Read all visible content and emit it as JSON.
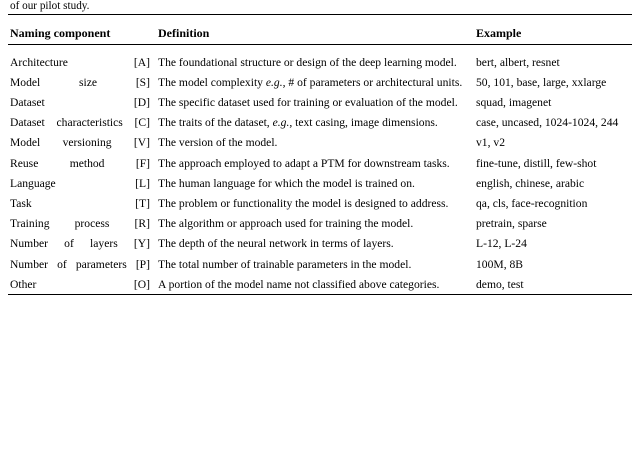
{
  "caption_tail": "of our pilot study.",
  "table": {
    "headers": {
      "component": "Naming component",
      "definition": "Definition",
      "example": "Example"
    },
    "rows": [
      {
        "component": "Architecture [A]",
        "definition": "The foundational structure or design of the deep learning model.",
        "example": "bert, albert, resnet",
        "justify_example": false
      },
      {
        "component": "Model size [S]",
        "definition_pre": "The model complexity ",
        "definition_italic": "e.g.,",
        "definition_post": " # of parameters or architectural units.",
        "definition": "The model complexity e.g., # of parameters or architectural units.",
        "example": "50,    101,    base,    large, xxlarge",
        "justify_example": true
      },
      {
        "component": "Dataset [D]",
        "definition": "The specific dataset used for training or evaluation of the model.",
        "example": "squad, imagenet",
        "justify_example": false
      },
      {
        "component": "Dataset characteristics [C]",
        "definition_pre": "The traits of the dataset, ",
        "definition_italic": "e.g.,",
        "definition_post": " text casing, image dimensions.",
        "definition": "The traits of the dataset, e.g., text casing, image dimensions.",
        "example": "case, uncased, 1024-1024, 244",
        "justify_example": false
      },
      {
        "component": "Model versioning [V]",
        "definition": "The version of the model.",
        "example": "v1, v2",
        "justify_example": false
      },
      {
        "component": "Reuse method [F]",
        "definition": "The approach employed to adapt a PTM for downstream tasks.",
        "example": "fine-tune,   distill,   few-shot",
        "justify_example": true
      },
      {
        "component": "Language [L]",
        "definition": "The human language for which the model is trained on.",
        "example": "english, chinese, arabic",
        "justify_example": false
      },
      {
        "component": "Task [T]",
        "definition": "The problem or functionality the model is designed to address.",
        "example": "qa, cls, face-recognition",
        "justify_example": false
      },
      {
        "component": "Training process [R]",
        "definition": "The algorithm or approach used for training the model.",
        "example": "pretrain, sparse",
        "justify_example": false
      },
      {
        "component": "Number of layers [Y]",
        "definition": "The depth of the neural network in terms of layers.",
        "example": "L-12, L-24",
        "justify_example": false
      },
      {
        "component": "Number of parameters [P]",
        "definition": "The total number of trainable parameters in the model.",
        "example": "100M, 8B",
        "justify_example": false
      },
      {
        "component": "Other [O]",
        "definition": "A portion of the model name not classified above categories.",
        "example": "demo, test",
        "justify_example": false
      }
    ]
  }
}
